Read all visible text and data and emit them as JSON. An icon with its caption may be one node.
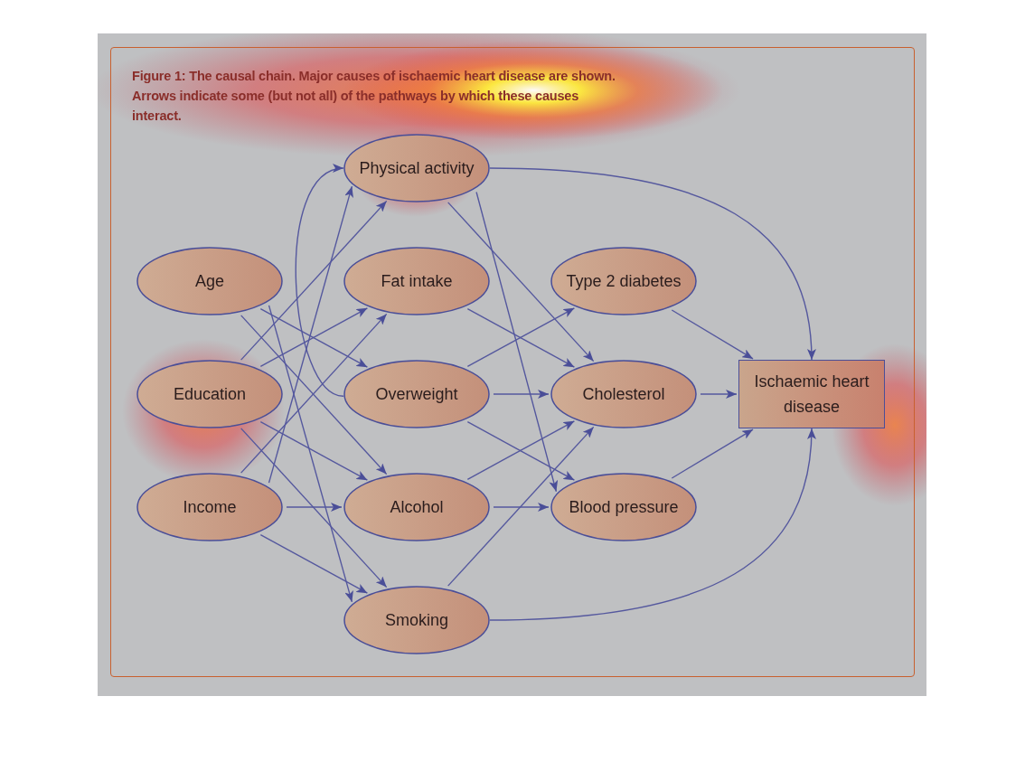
{
  "diagram": {
    "title": "Figure 1: The causal chain. Major causes of ischaemic heart disease are shown. Arrows indicate some (but not all) of the pathways by which these causes interact.",
    "nodes": [
      {
        "text": [
          "Physical activity"
        ]
      },
      {
        "text": [
          "Age"
        ]
      },
      {
        "text": [
          "Fat intake"
        ]
      },
      {
        "text": [
          "Type 2 diabetes"
        ]
      },
      {
        "text": [
          "Education"
        ]
      },
      {
        "text": [
          "Overweight"
        ]
      },
      {
        "text": [
          "Cholesterol"
        ]
      },
      {
        "text": [
          "Ischaemic heart disease"
        ]
      },
      {
        "text": [
          "Income"
        ]
      },
      {
        "text": [
          "Alcohol"
        ]
      },
      {
        "text": [
          "Blood pressure"
        ]
      },
      {
        "text": [
          "Smoking"
        ]
      }
    ],
    "edges": [
      {
        "from": 5,
        "to": 0,
        "arrow": "to"
      },
      {
        "from": 1,
        "to": 5,
        "arrow": "to"
      },
      {
        "from": 1,
        "to": 9,
        "arrow": "to"
      },
      {
        "from": 1,
        "to": 11,
        "arrow": "to"
      },
      {
        "from": 4,
        "to": 0,
        "arrow": "to"
      },
      {
        "from": 4,
        "to": 2,
        "arrow": "to"
      },
      {
        "from": 4,
        "to": 9,
        "arrow": "to"
      },
      {
        "from": 4,
        "to": 11,
        "arrow": "to"
      },
      {
        "from": 8,
        "to": 0,
        "arrow": "to"
      },
      {
        "from": 8,
        "to": 2,
        "arrow": "to"
      },
      {
        "from": 8,
        "to": 9,
        "arrow": "to"
      },
      {
        "from": 8,
        "to": 11,
        "arrow": "to"
      },
      {
        "from": 0,
        "to": 6,
        "arrow": "to"
      },
      {
        "from": 0,
        "to": 10,
        "arrow": "to"
      },
      {
        "from": 0,
        "to": 7,
        "arrow": "to"
      },
      {
        "from": 2,
        "to": 6,
        "arrow": "to"
      },
      {
        "from": 5,
        "to": 3,
        "arrow": "to"
      },
      {
        "from": 5,
        "to": 6,
        "arrow": "to"
      },
      {
        "from": 5,
        "to": 10,
        "arrow": "to"
      },
      {
        "from": 9,
        "to": 6,
        "arrow": "to"
      },
      {
        "from": 9,
        "to": 10,
        "arrow": "to"
      },
      {
        "from": 11,
        "to": 6,
        "arrow": "to"
      },
      {
        "from": 11,
        "to": 7,
        "arrow": "to"
      },
      {
        "from": 3,
        "to": 7,
        "arrow": "to"
      },
      {
        "from": 6,
        "to": 7,
        "arrow": "to"
      },
      {
        "from": 10,
        "to": 7,
        "arrow": "to"
      }
    ]
  }
}
